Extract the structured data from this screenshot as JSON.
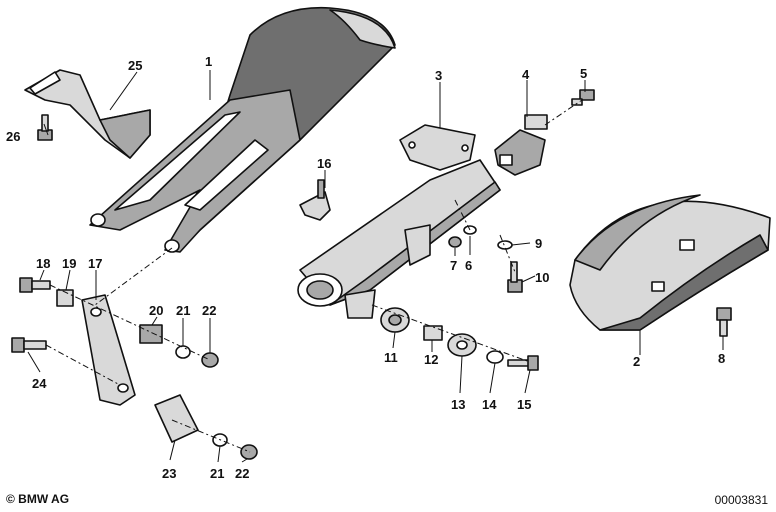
{
  "callouts": [
    "1",
    "2",
    "3",
    "4",
    "5",
    "6",
    "7",
    "8",
    "9",
    "10",
    "11",
    "12",
    "13",
    "14",
    "15",
    "16",
    "17",
    "18",
    "19",
    "20",
    "21",
    "22",
    "23",
    "24",
    "25",
    "26"
  ],
  "callout_21b": "21",
  "callout_22b": "22",
  "footer": {
    "copyright": "© BMW AG",
    "reference": "00003831"
  }
}
